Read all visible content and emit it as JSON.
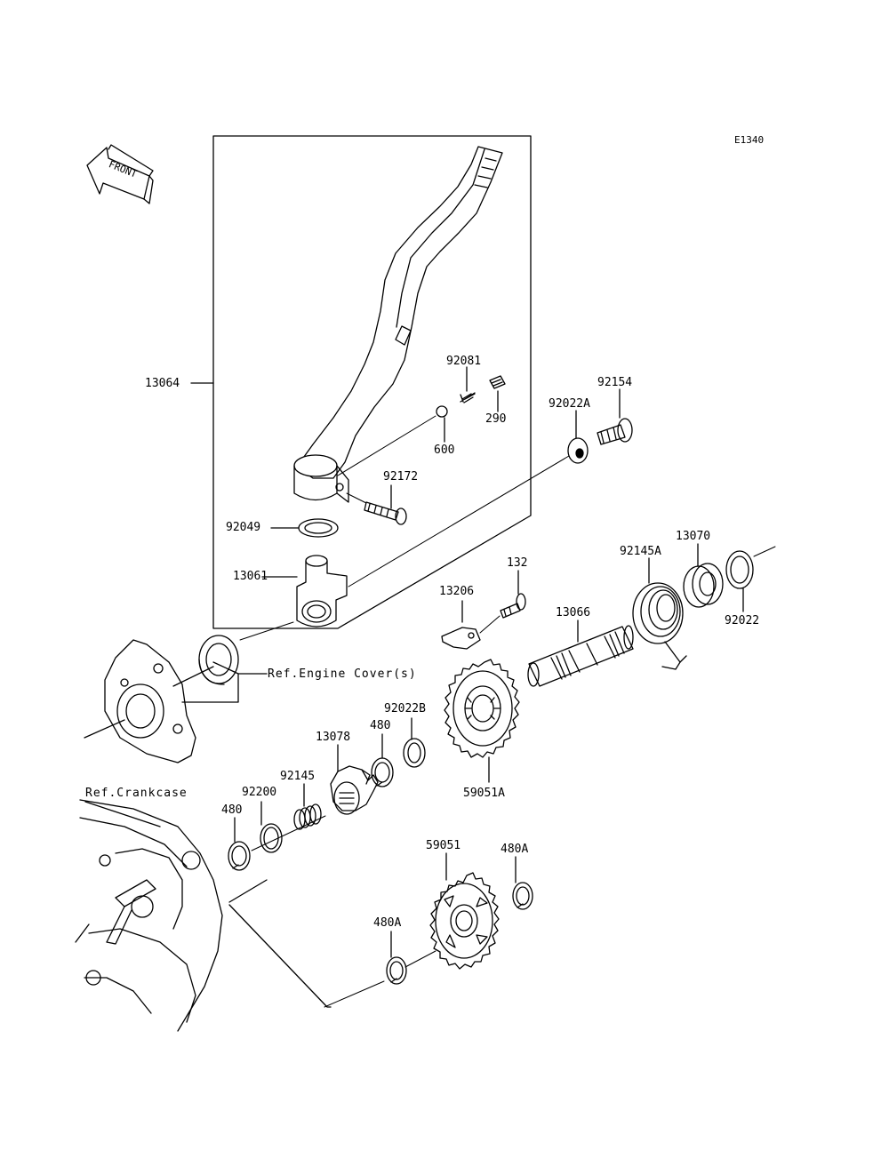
{
  "diagram_code": "E1340",
  "front_indicator": "FRONT",
  "parts": {
    "p13064": "13064",
    "p92081": "92081",
    "p290": "290",
    "p600": "600",
    "p92154": "92154",
    "p92022A": "92022A",
    "p92172": "92172",
    "p92049": "92049",
    "p13061": "13061",
    "p132": "132",
    "p13206": "13206",
    "p13066": "13066",
    "p92145A": "92145A",
    "p13070": "13070",
    "p92022": "92022",
    "p92022B": "92022B",
    "p480_upper": "480",
    "p13078": "13078",
    "p92145": "92145",
    "p92200": "92200",
    "p480_lower": "480",
    "p59051A": "59051A",
    "p59051": "59051",
    "p480A_right": "480A",
    "p480A_left": "480A"
  },
  "references": {
    "engine_cover": "Ref.Engine Cover(s)",
    "crankcase": "Ref.Crankcase"
  }
}
